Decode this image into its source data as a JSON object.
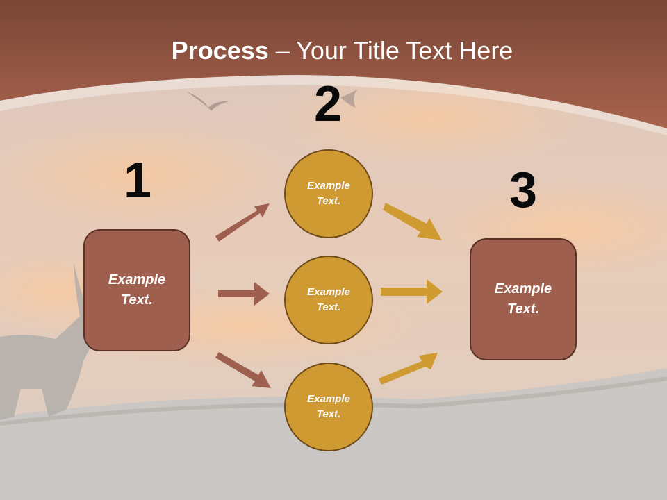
{
  "title": {
    "bold": "Process",
    "rest": " – Your Title Text Here"
  },
  "steps": {
    "one": "1",
    "two": "2",
    "three": "3"
  },
  "boxes": {
    "left": "Example\nText.",
    "right": "Example\nText."
  },
  "circles": {
    "top": "Example\nText.",
    "middle": "Example\nText.",
    "bottom": "Example\nText."
  },
  "colors": {
    "header": "#8a4f3e",
    "box_fill": "#9e5f4f",
    "circle_fill": "#cf9a32",
    "arrow_left": "#9e5f4f",
    "arrow_right": "#cf9a32"
  }
}
